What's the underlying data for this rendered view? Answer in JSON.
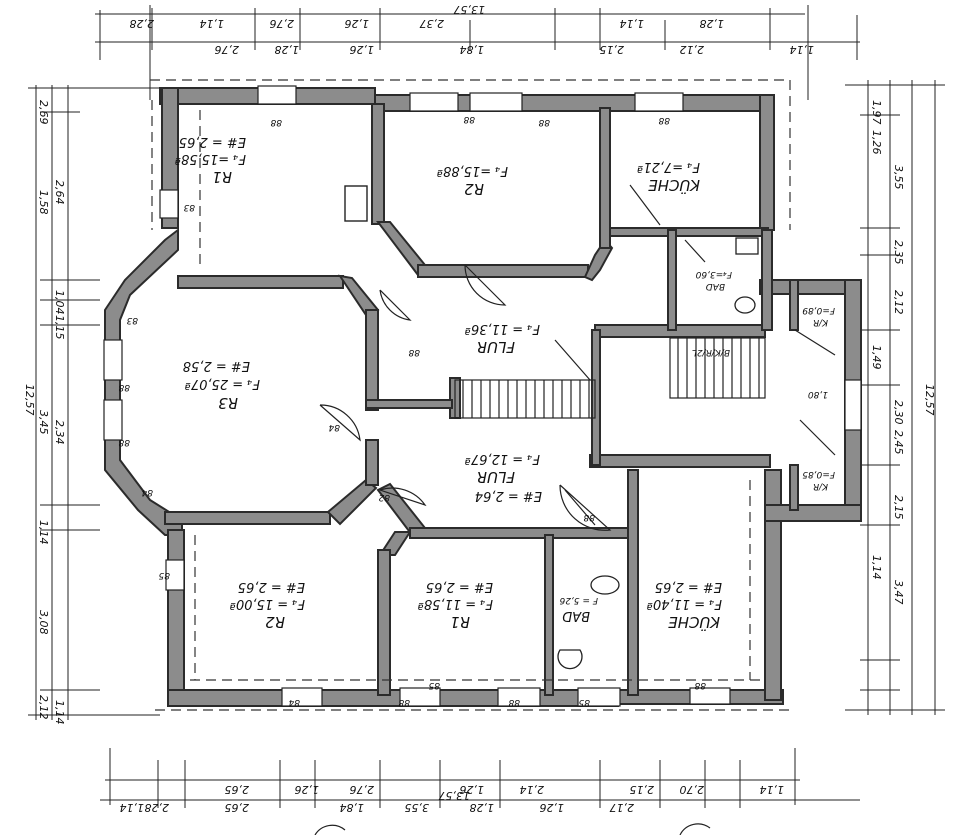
{
  "rooms_upper": [
    {
      "name": "R1",
      "area": "F₄ =15,58ª",
      "height": "E# = 2,65"
    },
    {
      "name": "R2",
      "area": "F₄ =15,88ª"
    },
    {
      "name": "KÜCHE",
      "area": "F₄ =7,21ª"
    }
  ],
  "rooms_middle": [
    {
      "name": "R3",
      "area": "F₄ = 25,07ª",
      "height": "E# = 2,58"
    },
    {
      "name": "FLUR",
      "area": "F₄ = 11,36ª"
    },
    {
      "name": "FLUR",
      "area": "F₄ = 12,67ª"
    },
    {
      "name": "E# = 2,64"
    }
  ],
  "rooms_lower": [
    {
      "name": "R2",
      "area": "F₄ = 15,00ª",
      "height": "E# = 2,65"
    },
    {
      "name": "R1",
      "area": "F₄ = 11,58ª",
      "height": "E# = 2,65"
    },
    {
      "name": "BAD",
      "area": "F = 5,26"
    },
    {
      "name": "KÜCHE",
      "area": "F₄ = 11,40ª",
      "height": "E# = 2,65"
    }
  ],
  "small_rooms": {
    "bad_upper": "BAD",
    "bad_upper_area": "F₄=3,60",
    "bkrz": "B/K/R/2L",
    "kr_top": "K/R",
    "kr_top_area": "F=0,89",
    "kr_bot": "K/R",
    "kr_bot_area": "F=0,85",
    "landing": "1,80"
  },
  "dims_top": {
    "total": "13,57",
    "row1": [
      "2,28",
      "1,14",
      "2,76",
      "1,26",
      "2,37",
      "1,14",
      "1,28"
    ],
    "row2": [
      "2,76",
      "1,28",
      "1,26",
      "1,84",
      "2,15",
      "2,12",
      "1,14"
    ]
  },
  "dims_bottom": {
    "total": "13,57",
    "row1": [
      "2,65",
      "1,26",
      "2,76",
      "1,26",
      "2,14",
      "2,15",
      "2,70",
      "1,14"
    ],
    "row2": [
      "1,14",
      "2,28",
      "2,65",
      "1,84",
      "3,55",
      "1,28",
      "1,26",
      "2,17"
    ]
  },
  "dims_left": {
    "total": "12,57",
    "col1": [
      "2,64",
      "1,04",
      "1,15",
      "2,34",
      "1,14"
    ],
    "col2": [
      "2,69",
      "1,58",
      "3,45",
      "1,14",
      "3,08",
      "2,12"
    ]
  },
  "dims_right": {
    "total": "12,57",
    "col1": [
      "3,55",
      "2,35",
      "2,12",
      "2,30",
      "2,45",
      "2,15",
      "3,47"
    ],
    "col2": [
      "1,97",
      "1,26",
      "1,49",
      "1,14"
    ]
  },
  "openings": [
    "88",
    "88",
    "88",
    "88",
    "83",
    "83",
    "88",
    "88",
    "84",
    "84",
    "82",
    "85",
    "84",
    "88",
    "88",
    "85",
    "85",
    "88",
    "88",
    "88"
  ]
}
